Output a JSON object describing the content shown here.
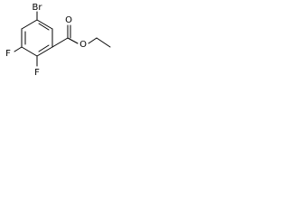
{
  "molecule": {
    "atom_labels": {
      "bromine": "Br",
      "fluorine_left": "F",
      "fluorine_bottom": "F",
      "carbonyl_oxygen": "O",
      "ester_oxygen": "O"
    }
  }
}
